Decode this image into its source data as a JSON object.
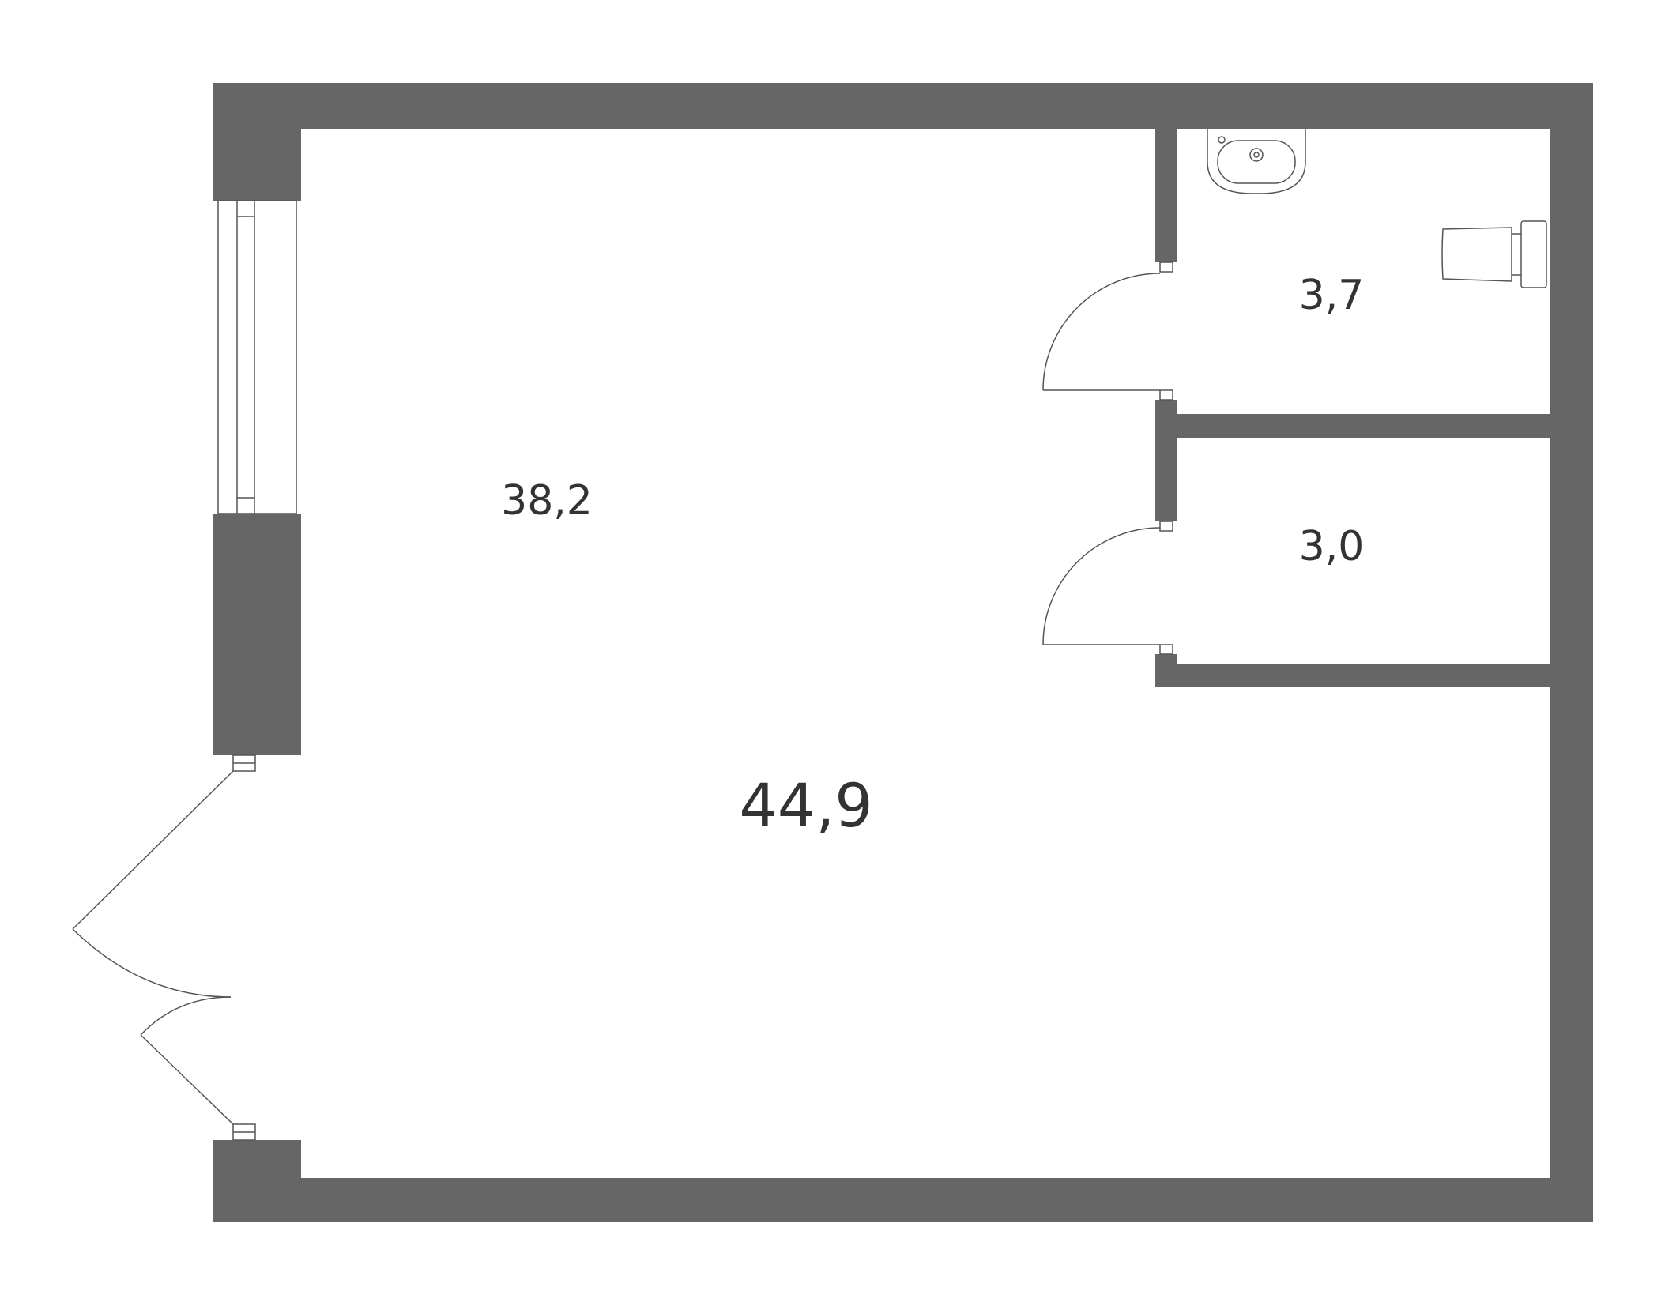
{
  "floor_plan": {
    "colors": {
      "wall": "#666666",
      "line": "#555555",
      "text": "#333333",
      "background": "#ffffff"
    },
    "rooms": [
      {
        "id": "main-room",
        "area": "38,2"
      },
      {
        "id": "bathroom",
        "area": "3,7"
      },
      {
        "id": "storage",
        "area": "3,0"
      }
    ],
    "total_area": "44,9",
    "fixtures": [
      "sink-icon",
      "toilet-icon"
    ],
    "openings": [
      "window",
      "entrance-double-door",
      "bathroom-door",
      "storage-door"
    ]
  }
}
